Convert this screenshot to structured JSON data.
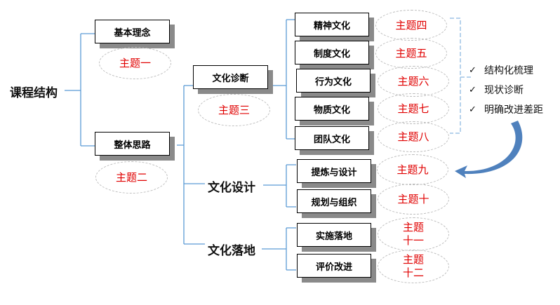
{
  "root": {
    "label": "课程结构"
  },
  "level1": [
    {
      "label": "基本理念",
      "topic": "主题一"
    },
    {
      "label": "整体思路",
      "topic": "主题二"
    }
  ],
  "level2": [
    {
      "label": "文化诊断",
      "topic": "主题三"
    },
    {
      "label": "文化设计"
    },
    {
      "label": "文化落地"
    }
  ],
  "diagnosis_items": [
    {
      "label": "精神文化",
      "topic": "主题四"
    },
    {
      "label": "制度文化",
      "topic": "主题五"
    },
    {
      "label": "行为文化",
      "topic": "主题六"
    },
    {
      "label": "物质文化",
      "topic": "主题七"
    },
    {
      "label": "团队文化",
      "topic": "主题八"
    }
  ],
  "design_items": [
    {
      "label": "提炼与设计",
      "topic": "主题九"
    },
    {
      "label": "规划与组织",
      "topic": "主题十"
    }
  ],
  "landing_items": [
    {
      "label": "实施落地",
      "topic_line1": "主题",
      "topic_line2": "十一"
    },
    {
      "label": "评价改进",
      "topic_line1": "主题",
      "topic_line2": "十二"
    }
  ],
  "checklist": [
    {
      "mark": "✓",
      "text": "结构化梳理"
    },
    {
      "mark": "✓",
      "text": "现状诊断"
    },
    {
      "mark": "✓",
      "text": "明确改进差距"
    }
  ],
  "colors": {
    "line": "#5b9bd5",
    "topic": "#e00000",
    "shadow": "#8a8a8a"
  }
}
